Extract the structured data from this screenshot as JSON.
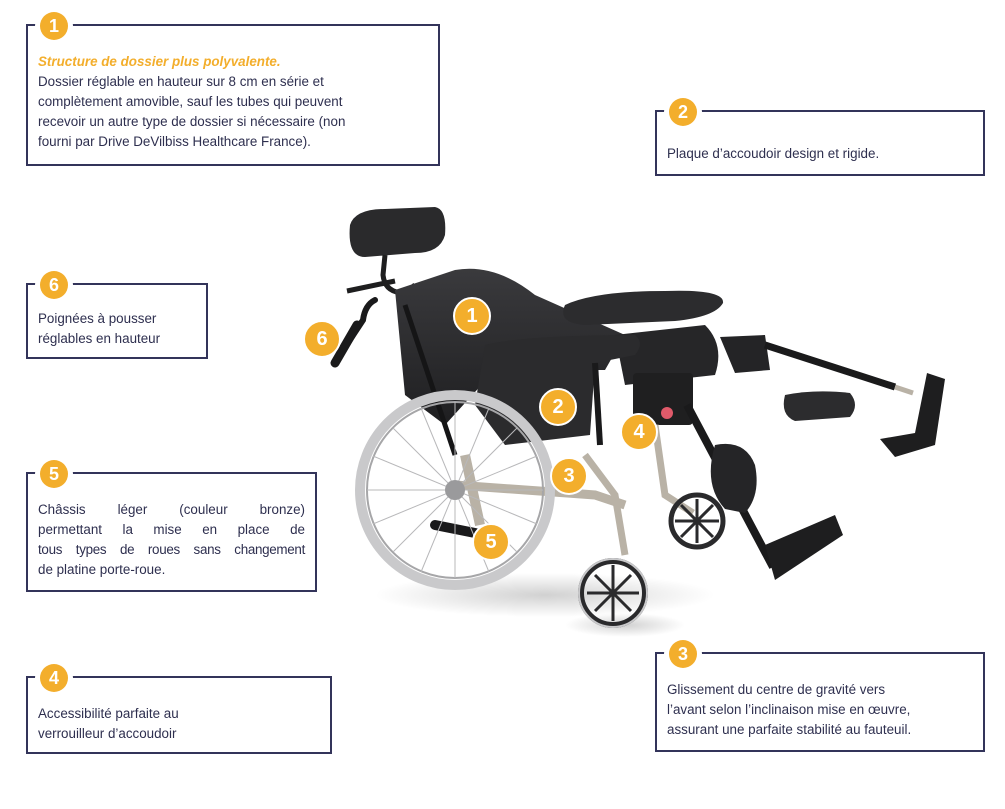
{
  "colors": {
    "accent": "#f3ae2c",
    "border": "#33345a",
    "text": "#2e2f4f",
    "chair_dark": "#2b2b2d",
    "chair_frame": "#b9b2a6"
  },
  "callouts": [
    {
      "number": "1",
      "lead": "Structure de dossier plus polyvalente.",
      "lines": [
        "Dossier réglable en hauteur sur 8 cm en série et",
        "complètement amovible, sauf les tubes qui peuvent",
        "recevoir un autre type de dossier si nécessaire (non",
        "fourni par Drive DeVilbiss Healthcare France)."
      ]
    },
    {
      "number": "2",
      "lines": [
        "Plaque d’accoudoir design et rigide."
      ]
    },
    {
      "number": "3",
      "lines": [
        "Glissement du centre de gravité vers",
        "l’avant selon l’inclinaison mise en œuvre,",
        "assurant une parfaite stabilité au fauteuil."
      ]
    },
    {
      "number": "4",
      "lines": [
        "Accessibilité parfaite au",
        "verrouilleur d’accoudoir"
      ]
    },
    {
      "number": "5",
      "lines": [
        "Châssis léger (couleur bronze)",
        "permettant la mise en place de",
        "tous types de roues sans changement",
        "de platine porte-roue."
      ]
    },
    {
      "number": "6",
      "lines": [
        "Poignées à pousser",
        "réglables en hauteur"
      ]
    }
  ],
  "markers": [
    {
      "number": "1",
      "label": "backrest"
    },
    {
      "number": "2",
      "label": "armrest-plate"
    },
    {
      "number": "3",
      "label": "center-of-gravity"
    },
    {
      "number": "4",
      "label": "armrest-lock"
    },
    {
      "number": "5",
      "label": "chassis"
    },
    {
      "number": "6",
      "label": "push-handles"
    }
  ]
}
